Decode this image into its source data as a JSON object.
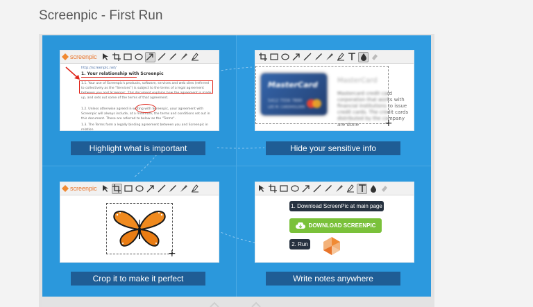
{
  "page": {
    "title": "Screenpic - First Run"
  },
  "colors": {
    "panel_blue": "#2b98dd",
    "caption_bg": "#1f5d95",
    "accent_orange": "#f08a33",
    "highlight_red": "#e0261b",
    "download_green": "#7ac13a"
  },
  "toolbar": {
    "logo_text": "screenpic",
    "tools": [
      "pointer-icon",
      "crop-icon",
      "rectangle-icon",
      "ellipse-icon",
      "arrow-icon",
      "line-icon",
      "pen-icon",
      "highlighter-icon",
      "marker-icon",
      "text-icon",
      "blur-icon",
      "eraser-icon"
    ]
  },
  "q1": {
    "caption": "Highlight what is important",
    "doc_url": "http://screenpic.net/",
    "heading": "1. Your relationship with Screenpic",
    "para1": "1.1. Your use of Screenpic's products, software, services and web sites (referred to collectively as the \"Services\") is subject to the terms of a legal agreement between you and Screenpic. This document explains how the agreement is made up, and sets out some of the terms of that agreement.",
    "para2": "1.2. Unless otherwise agreed in writing with Screenpic, your agreement with Screenpic will always include, at a minimum, the terms and conditions set out in this document. These are referred to below as the \"Terms\".",
    "para3": "1.3. The Terms form a legally binding agreement between you and Screenpic in relation"
  },
  "q2": {
    "caption": "Hide your sensitive info",
    "card_brand": "MasterCard",
    "card_number": "5412 7556 7890",
    "card_holder": "LEE M. CARDHOLDER",
    "blurred_title": "MasterCard",
    "side_text": "Mastercard credit card corporation that works with financial institutions to issue credit cards. The credit cards distributed by the company are done"
  },
  "q3": {
    "caption": "Crop it to make it perfect"
  },
  "q4": {
    "caption": "Write notes anywhere",
    "step1": "1. Download ScreenPic at main page",
    "download_button": "DOWNLOAD SCREENPIC",
    "step2": "2. Run"
  }
}
